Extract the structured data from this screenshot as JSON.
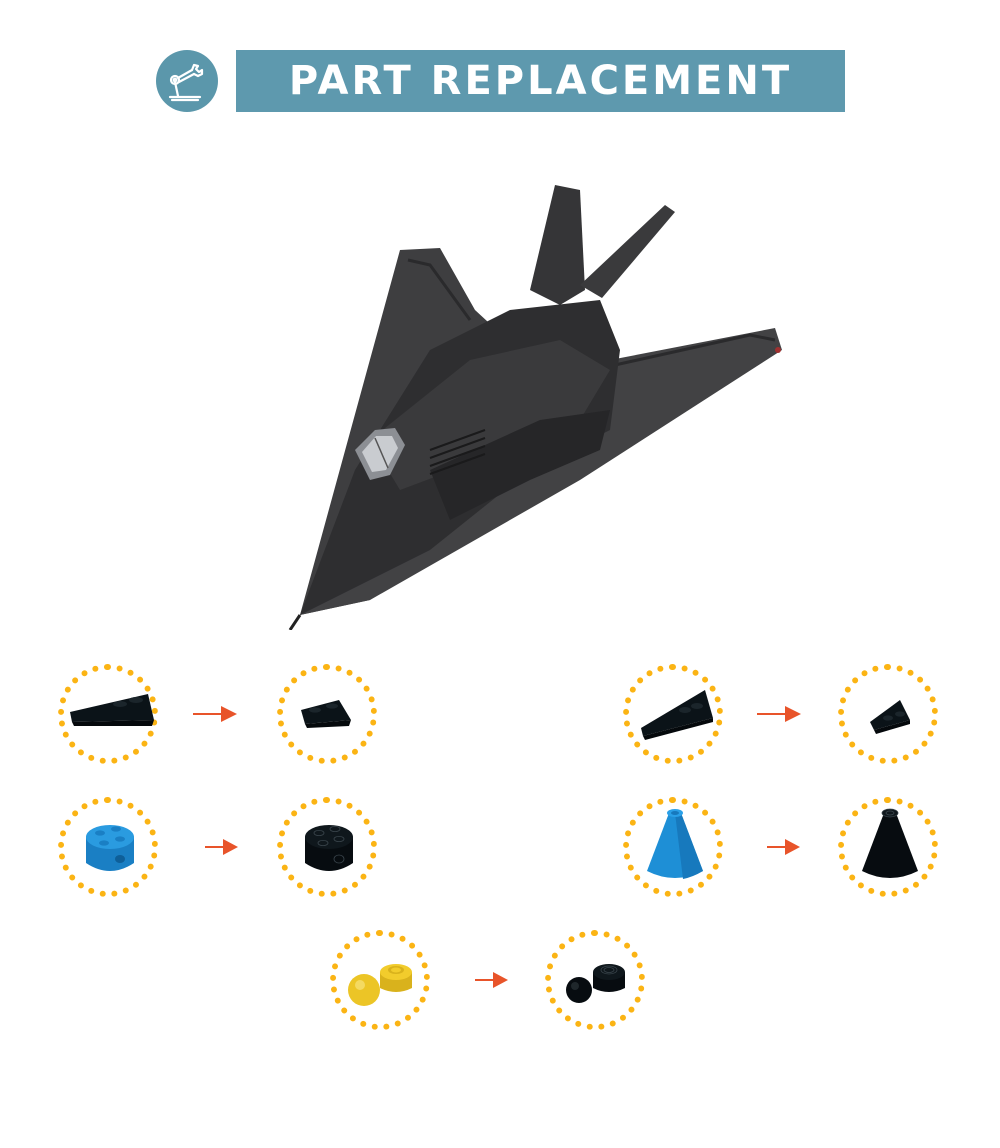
{
  "header": {
    "title": "PART REPLACEMENT",
    "icon": "robotic-arm-icon",
    "colors": {
      "banner": "#5e99ae",
      "icon_bg": "#5b97ab",
      "text": "#ffffff"
    }
  },
  "hero": {
    "subject": "black stealth fighter brick model",
    "icon": "stealth-aircraft-model"
  },
  "replacements": [
    {
      "from": {
        "part": "wedge-plate-long",
        "color": "black"
      },
      "to": {
        "part": "wedge-plate-short",
        "color": "black"
      }
    },
    {
      "from": {
        "part": "wedge-plate-long-angled",
        "color": "black"
      },
      "to": {
        "part": "wedge-plate-small-angled",
        "color": "black"
      }
    },
    {
      "from": {
        "part": "round-brick-2x2-with-pin-hole",
        "color": "blue"
      },
      "to": {
        "part": "round-brick-2x2-with-pin-hole",
        "color": "black"
      }
    },
    {
      "from": {
        "part": "cone-2x2x2",
        "color": "blue"
      },
      "to": {
        "part": "cone-2x2x2",
        "color": "black"
      }
    },
    {
      "from": {
        "part": "ball-joint-with-round-plate",
        "color": "yellow"
      },
      "to": {
        "part": "ball-joint-with-round-plate",
        "color": "black"
      }
    }
  ],
  "colors": {
    "dotted_ring": "#fbb414",
    "arrow": "#e8542a",
    "part_blue": "#1e8fd6",
    "part_black": "#0b1318",
    "part_yellow": "#f2cc2c"
  }
}
